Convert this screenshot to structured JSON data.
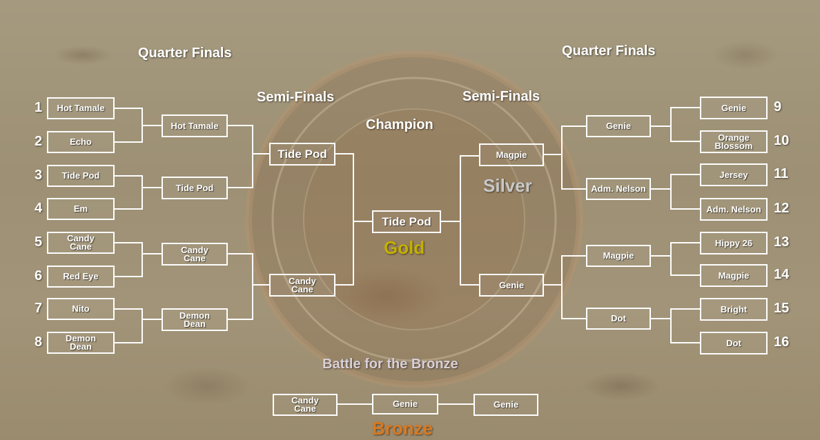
{
  "headers": {
    "quarter_left": "Quarter Finals",
    "quarter_right": "Quarter Finals",
    "semi_left": "Semi-Finals",
    "semi_right": "Semi-Finals",
    "champion": "Champion",
    "bronze_battle": "Battle for the Bronze"
  },
  "medals": {
    "gold": "Gold",
    "silver": "Silver",
    "bronze": "Bronze",
    "gold_color": "#c4b000",
    "silver_color": "#c8c8c8",
    "bronze_color": "#d97a22"
  },
  "left_round1": [
    {
      "seed": "1",
      "name": "Hot Tamale"
    },
    {
      "seed": "2",
      "name": "Echo"
    },
    {
      "seed": "3",
      "name": "Tide Pod"
    },
    {
      "seed": "4",
      "name": "Em"
    },
    {
      "seed": "5",
      "name": "Candy\nCane"
    },
    {
      "seed": "6",
      "name": "Red Eye"
    },
    {
      "seed": "7",
      "name": "Nito"
    },
    {
      "seed": "8",
      "name": "Demon\nDean"
    }
  ],
  "right_round1": [
    {
      "seed": "9",
      "name": "Genie"
    },
    {
      "seed": "10",
      "name": "Orange\nBlossom"
    },
    {
      "seed": "11",
      "name": "Jersey"
    },
    {
      "seed": "12",
      "name": "Adm. Nelson"
    },
    {
      "seed": "13",
      "name": "Hippy 26"
    },
    {
      "seed": "14",
      "name": "Magpie"
    },
    {
      "seed": "15",
      "name": "Bright"
    },
    {
      "seed": "16",
      "name": "Dot"
    }
  ],
  "left_quarter": [
    "Hot Tamale",
    "Tide Pod",
    "Candy\nCane",
    "Demon\nDean"
  ],
  "right_quarter": [
    "Genie",
    "Adm. Nelson",
    "Magpie",
    "Dot"
  ],
  "left_semi": [
    "Tide Pod",
    "Candy\nCane"
  ],
  "right_semi": [
    "Magpie",
    "Genie"
  ],
  "champion_name": "Tide Pod",
  "bronze_match": {
    "left": "Candy\nCane",
    "winner": "Genie",
    "right": "Genie"
  }
}
